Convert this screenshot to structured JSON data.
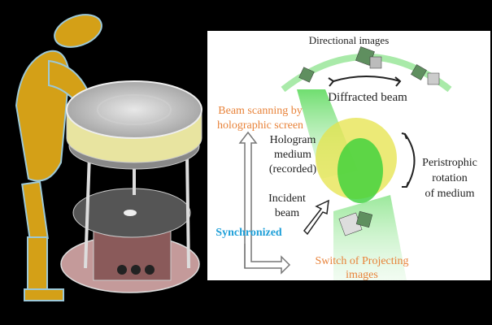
{
  "labels": {
    "directional_images": "Directional images",
    "diffracted_beam": "Diffracted beam",
    "beam_scanning_1": "Beam scanning by",
    "beam_scanning_2": "holographic screen",
    "hologram_1": "Hologram",
    "hologram_2": "medium",
    "hologram_3": "(recorded)",
    "peristrophic_1": "Peristrophic",
    "peristrophic_2": "rotation",
    "peristrophic_3": "of medium",
    "incident_1": "Incident",
    "incident_2": "beam",
    "synchronized": "Synchronized",
    "switch_1": "Switch of Projecting",
    "switch_2": "images"
  },
  "colors": {
    "orange_text": "#e8833a",
    "blue_text": "#1e9fd8",
    "person": "#d4a017",
    "person_outline": "#9cc8d8",
    "beam_green": "#3ad13a",
    "medium_yellow": "#e6e34a"
  }
}
